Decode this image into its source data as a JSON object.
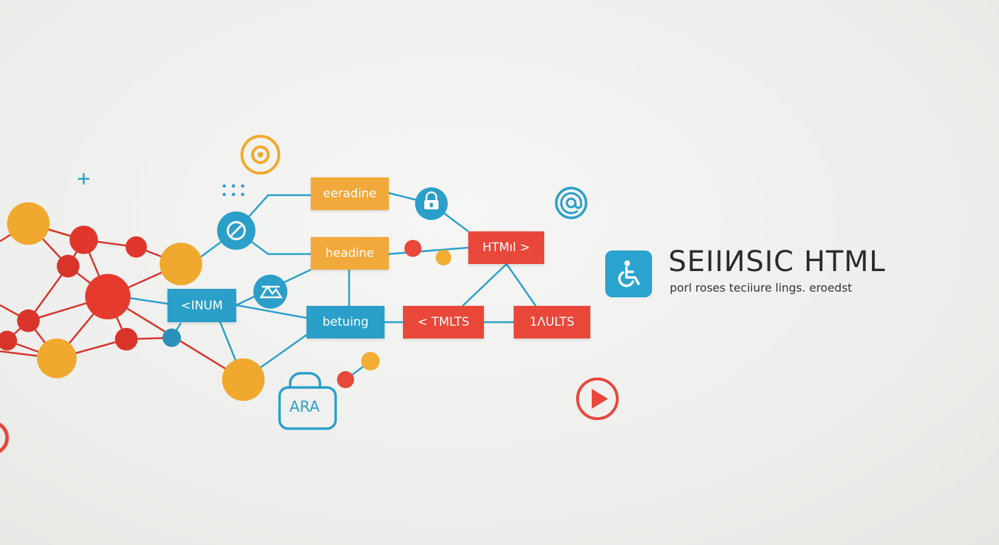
{
  "colors": {
    "orange": "#f2a93b",
    "blue": "#2a9fc9",
    "red": "#e8473a",
    "dark_red": "#d3342b",
    "text_dark": "#2b2b2b"
  },
  "nodes": {
    "eeradine": "eeradine",
    "headine": "headine",
    "inum": "<INUM",
    "betuing": "betuing",
    "html": "HTMıl >",
    "tmlts": "< TMLTS",
    "iultis": "1ΛULTS"
  },
  "lock_label": "ARA",
  "title": "SEIIИSIC HTML",
  "subtitle": "porl roses teciiure lings. eroedst",
  "icons": [
    "eye-icon",
    "target-icon",
    "lock-icon",
    "mountain-icon",
    "at-icon",
    "play-icon",
    "accessibility-icon",
    "plus-icon",
    "dots-icon"
  ]
}
